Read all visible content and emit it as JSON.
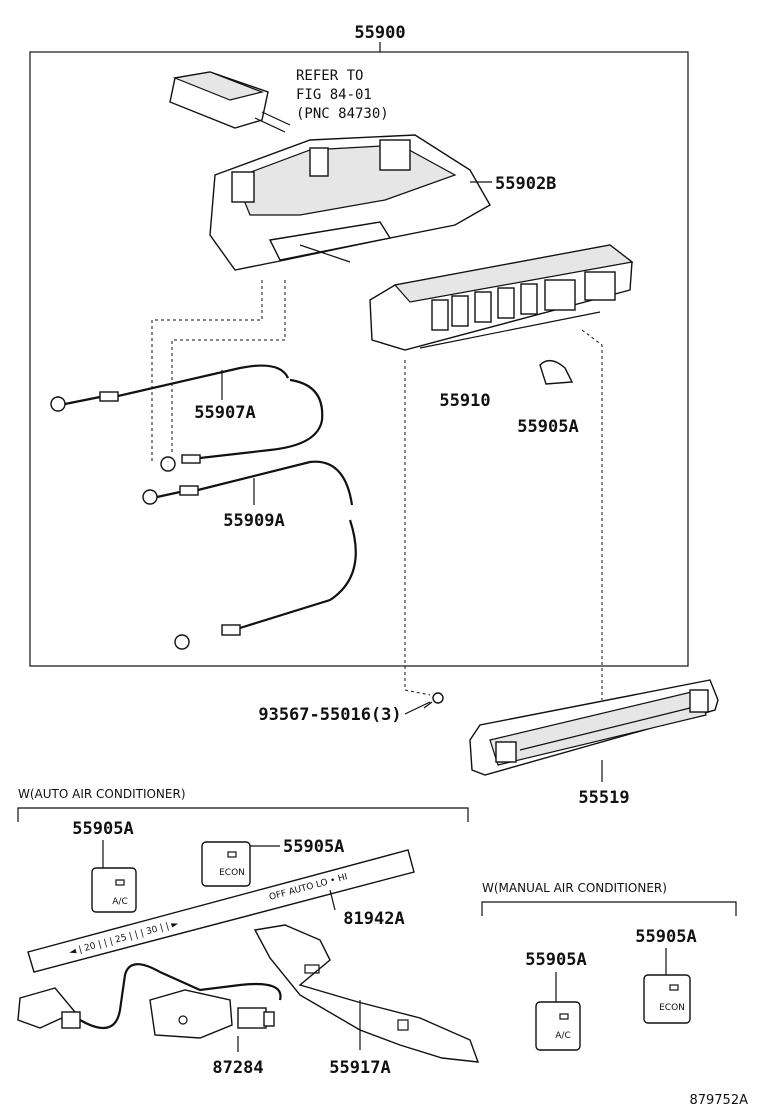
{
  "labels": {
    "assembly": "55900",
    "refer_line1": "REFER TO",
    "refer_line2": "FIG 84-01",
    "refer_line3": "(PNC 84730)",
    "p55902B": "55902B",
    "p55907A": "55907A",
    "p55910": "55910",
    "p55905A_top": "55905A",
    "p55909A": "55909A",
    "p93567": "93567-55016(3)",
    "p55519": "55519",
    "p55905A_auto1": "55905A",
    "p55905A_auto2": "55905A",
    "p81942A": "81942A",
    "p87284": "87284",
    "p55917A": "55917A",
    "p55905A_man1": "55905A",
    "p55905A_man2": "55905A",
    "diagram_id": "879752A"
  },
  "sections": {
    "auto": "W(AUTO AIR CONDITIONER)",
    "manual": "W(MANUAL AIR CONDITIONER)"
  },
  "buttons": {
    "ac": "A/C",
    "econ": "ECON"
  },
  "slider": {
    "scale_left": "◄ | 20 | | | 25 | | | 30 | | ►",
    "scale_right": "OFF AUTO LO • HI"
  }
}
